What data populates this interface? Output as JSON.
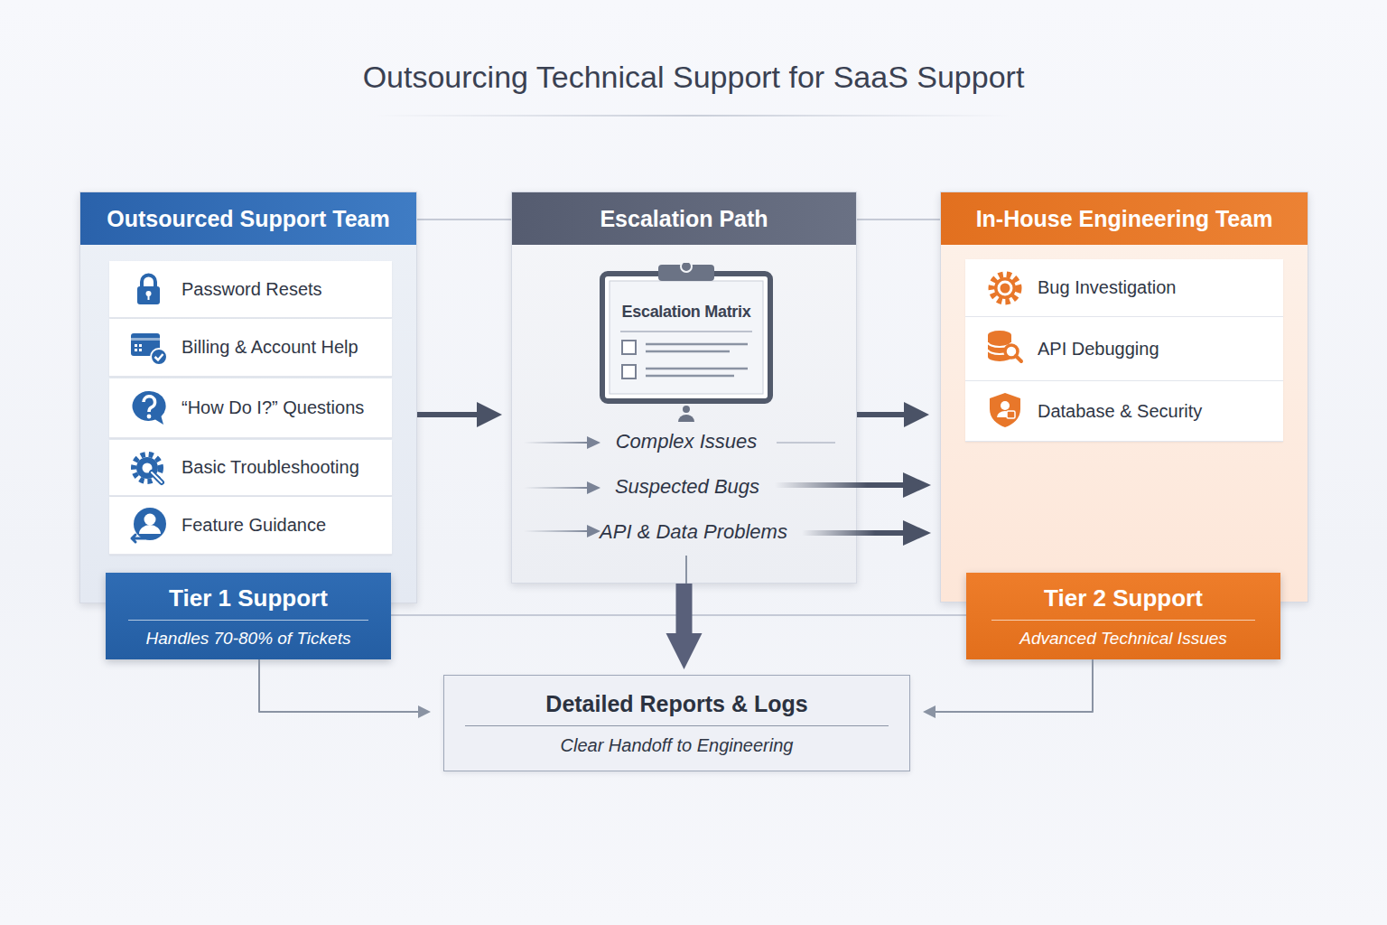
{
  "diagram": {
    "title": "Outsourcing Technical Support for SaaS Support",
    "nodes": [
      {
        "text": [
          "Outsourced Support Team"
        ]
      },
      {
        "text": [
          "Password Resets"
        ],
        "in": 0
      },
      {
        "text": [
          "Billing & Account Help"
        ],
        "in": 0
      },
      {
        "text": [
          "“How Do I?” Questions"
        ],
        "in": 0
      },
      {
        "text": [
          "Basic Troubleshooting"
        ],
        "in": 0
      },
      {
        "text": [
          "Feature Guidance"
        ],
        "in": 0
      },
      {
        "text": [
          "Tier 1 Support",
          "Handles 70-80% of Tickets"
        ]
      },
      {
        "text": [
          "Escalation Path"
        ]
      },
      {
        "text": [
          "Escalation Matrix"
        ],
        "in": 7
      },
      {
        "text": [
          "In-House Engineering Team"
        ]
      },
      {
        "text": [
          "Bug Investigation"
        ],
        "in": 9
      },
      {
        "text": [
          "API Debugging"
        ],
        "in": 9
      },
      {
        "text": [
          "Database & Security"
        ],
        "in": 9
      },
      {
        "text": [
          "Tier 2 Support",
          "Advanced Technical Issues"
        ]
      },
      {
        "text": [
          "Detailed Reports & Logs",
          "Clear Handoff to Engineering"
        ]
      }
    ],
    "edges": [
      {
        "from": 0,
        "to": 7,
        "arrow": "to"
      },
      {
        "from": 7,
        "to": 9,
        "arrow": "to"
      },
      {
        "from": 7,
        "to": 14,
        "arrow": "to"
      },
      {
        "from": 6,
        "to": 14,
        "arrow": "to"
      },
      {
        "from": 13,
        "to": 14,
        "arrow": "to"
      }
    ],
    "labels": [
      "Complex Issues",
      "Suspected Bugs",
      "API & Data Problems"
    ]
  }
}
